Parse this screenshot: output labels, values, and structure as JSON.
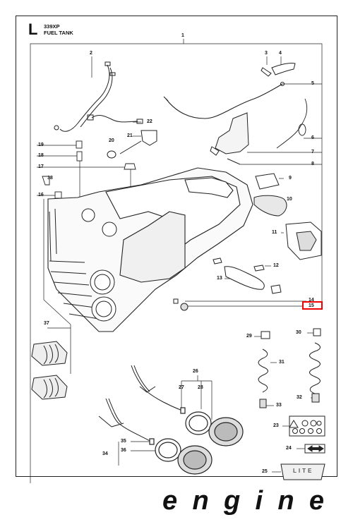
{
  "header": {
    "section_letter": "L",
    "model": "339XP",
    "title": "FUEL TANK"
  },
  "callouts": {
    "c1": "1",
    "c2": "2",
    "c3": "3",
    "c4": "4",
    "c5": "5",
    "c6": "6",
    "c7": "7",
    "c8": "8",
    "c9": "9",
    "c10": "10",
    "c11": "11",
    "c12": "12",
    "c13": "13",
    "c14": "14",
    "c15": "15",
    "c16": "16",
    "c17": "17",
    "c18": "18",
    "c19": "19",
    "c20": "20",
    "c21": "21",
    "c22": "22",
    "c23": "23",
    "c24": "24",
    "c25": "25",
    "c26": "26",
    "c27": "27",
    "c28": "28",
    "c29": "29",
    "c30": "30",
    "c31": "31",
    "c32": "32",
    "c33": "33",
    "c34": "34",
    "c35": "35",
    "c36": "36",
    "c37": "37",
    "c38": "38"
  },
  "highlighted_callout": "15",
  "decal_text": "LITE",
  "brand": {
    "logo_text": "engine",
    "accent_color": "#e00000"
  }
}
